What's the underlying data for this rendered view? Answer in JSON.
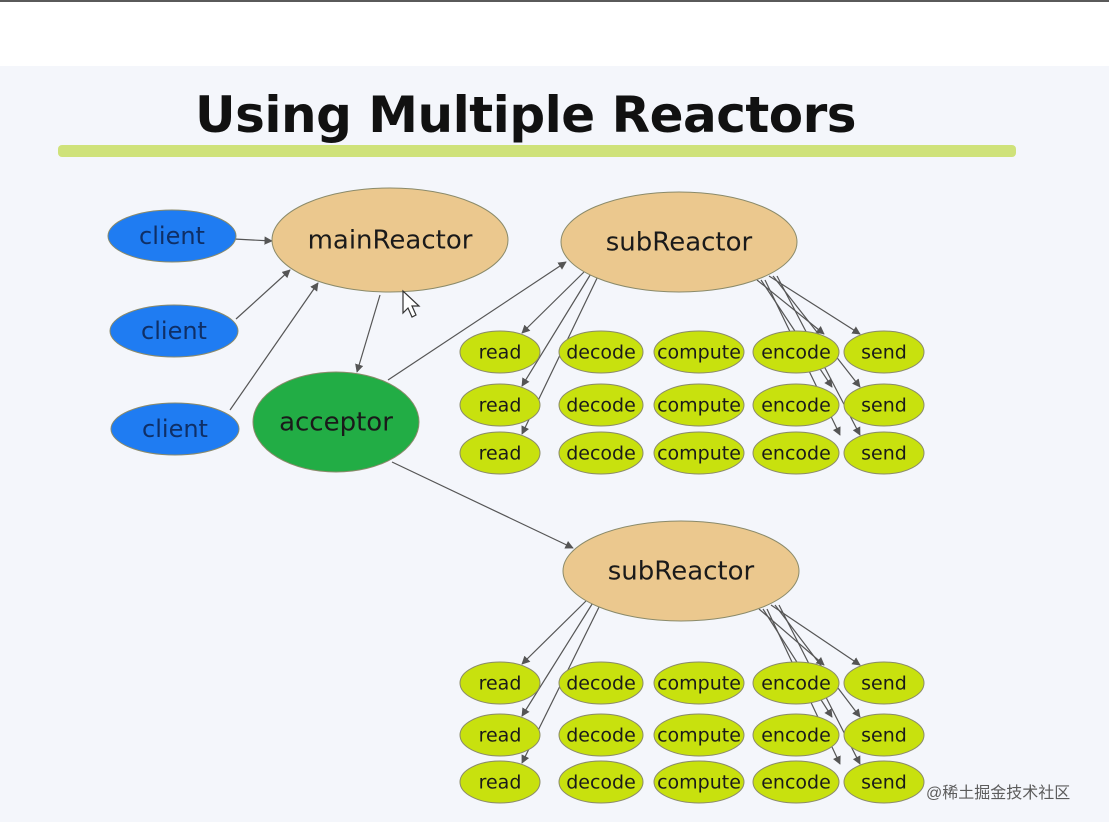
{
  "slide": {
    "title": "Using Multiple Reactors",
    "watermark": "@稀土掘金技术社区"
  },
  "colors": {
    "client": "#1f7cf2",
    "reactor": "#ebc88e",
    "acceptor": "#22ad45",
    "task": "#c8e10e",
    "arrow": "#555555",
    "underline": "#cfe27a"
  },
  "nodes": {
    "clients": [
      "client",
      "client",
      "client"
    ],
    "main_reactor": "mainReactor",
    "acceptor": "acceptor",
    "sub_reactors": [
      "subReactor",
      "subReactor"
    ],
    "pipeline": [
      "read",
      "decode",
      "compute",
      "encode",
      "send"
    ]
  }
}
